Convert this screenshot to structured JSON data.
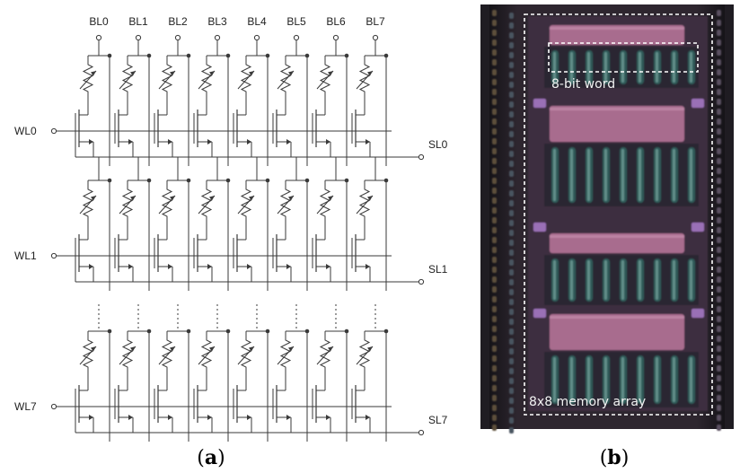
{
  "panel_a": {
    "bitlines": [
      "BL0",
      "BL1",
      "BL2",
      "BL3",
      "BL4",
      "BL5",
      "BL6",
      "BL7"
    ],
    "rows": [
      {
        "wordline": "WL0",
        "sourceline": "SL0"
      },
      {
        "wordline": "WL1",
        "sourceline": "SL1"
      },
      {
        "wordline": "WL7",
        "sourceline": "SL7"
      }
    ],
    "caption_open": "(",
    "caption_letter": "a",
    "caption_close": ")"
  },
  "panel_b": {
    "word_label": "8-bit word",
    "array_label": "8x8 memory array",
    "caption_open": "(",
    "caption_letter": "b",
    "caption_close": ")"
  },
  "colors": {
    "wire": "#3a3a3a",
    "chip_background": "#1f1c22",
    "chip_metal": "#a86c8e",
    "chip_cell": "#2f5a58",
    "dashed_box": "#ffffff"
  }
}
